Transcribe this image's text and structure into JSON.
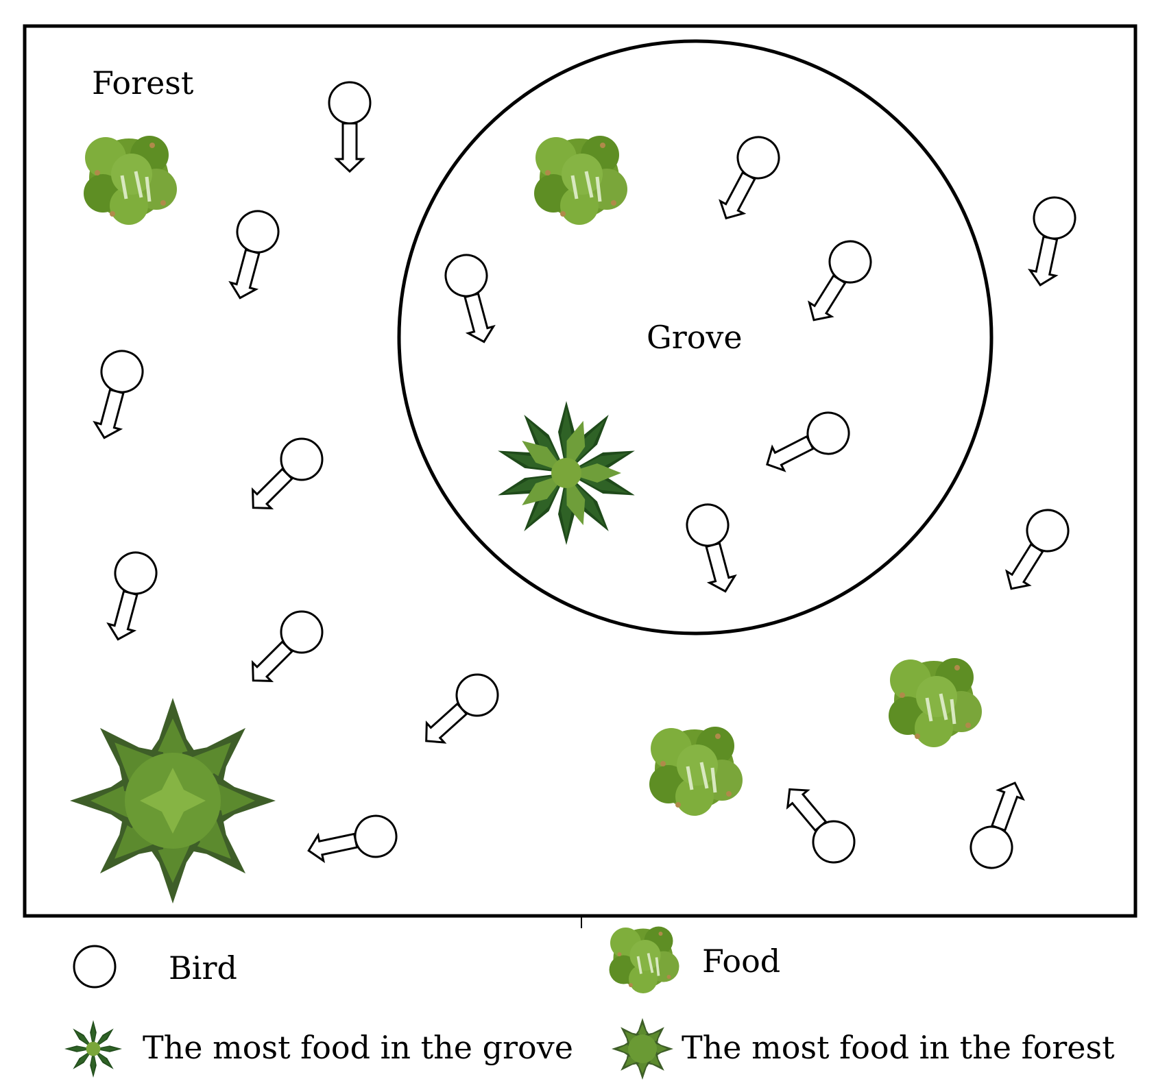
{
  "labels": {
    "forest": "Forest",
    "grove": "Grove"
  },
  "legend": {
    "bird": "Bird",
    "food": "Food",
    "most_food_grove": "The most food in the grove",
    "most_food_forest": "The most food in the forest"
  },
  "colors": {
    "food_light": "#7aa63a",
    "food_mid": "#5e8e24",
    "grove_palm_dark": "#1f4a1a",
    "grove_palm_light": "#6f9e3a",
    "forest_tree_dark": "#3e5e28",
    "forest_tree_mid": "#5c8a2e",
    "outline": "#000000"
  },
  "icons": {
    "bird": "circle-bird-icon",
    "food": "bush-food-icon",
    "most_food_grove": "palm-tree-icon",
    "most_food_forest": "star-bush-icon"
  }
}
